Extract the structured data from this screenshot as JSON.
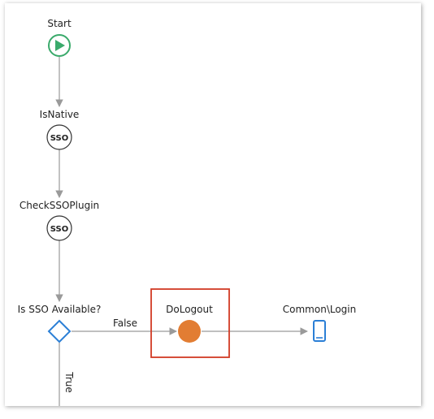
{
  "flow": {
    "start": {
      "label": "Start"
    },
    "is_native": {
      "label": "IsNative",
      "badge": "SSO"
    },
    "check_sso_plugin": {
      "label": "CheckSSOPlugin",
      "badge": "SSO"
    },
    "is_sso_available": {
      "label": "Is SSO Available?"
    },
    "do_logout": {
      "label": "DoLogout"
    },
    "common_login": {
      "label": "Common\\Login"
    },
    "edges": {
      "false_label": "False",
      "true_label": "True"
    }
  },
  "colors": {
    "start_green": "#3aaa6b",
    "decision_blue": "#2b7fd6",
    "logout_orange": "#e27d33",
    "selection_red": "#d23b25",
    "connector_gray": "#9a9a9a",
    "screen_blue": "#2b7fd6"
  }
}
